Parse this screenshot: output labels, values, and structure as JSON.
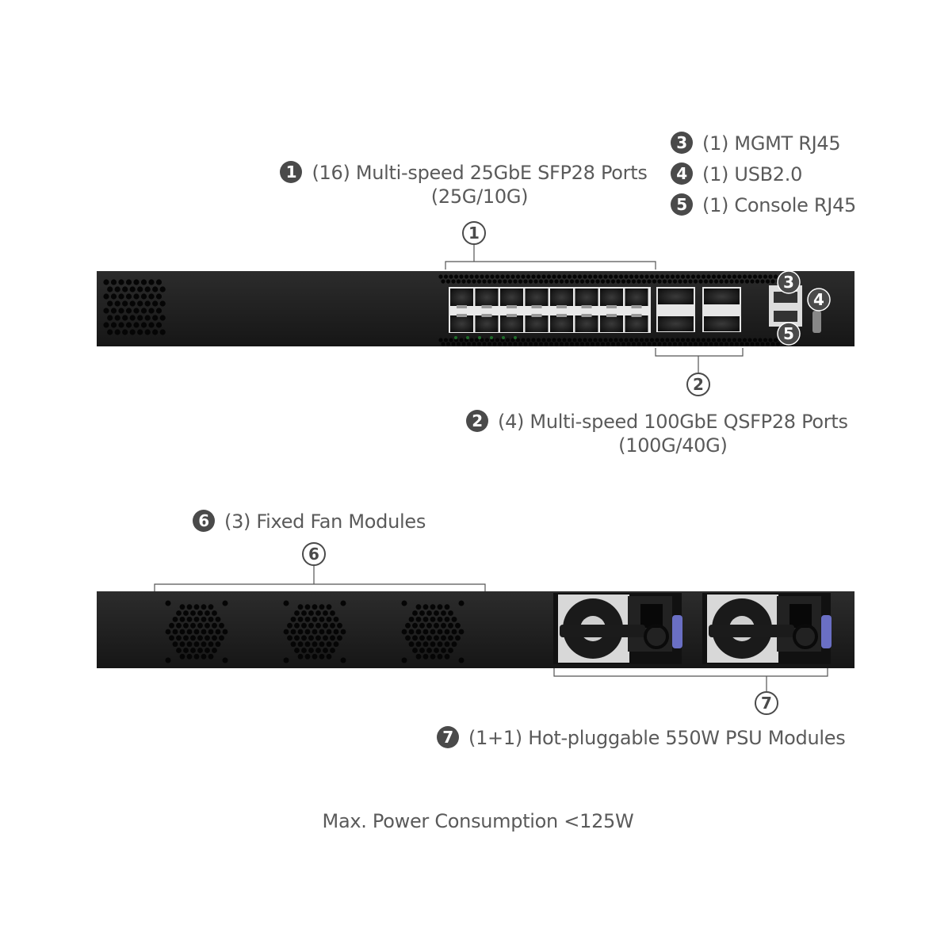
{
  "callouts": [
    {
      "num": "1",
      "lines": [
        "(16) Multi-speed 25GbE SFP28 Ports",
        "(25G/10G)"
      ]
    },
    {
      "num": "2",
      "lines": [
        "(4) Multi-speed 100GbE QSFP28 Ports",
        "(100G/40G)"
      ]
    },
    {
      "num": "3",
      "lines": [
        "(1) MGMT RJ45"
      ]
    },
    {
      "num": "4",
      "lines": [
        "(1) USB2.0"
      ]
    },
    {
      "num": "5",
      "lines": [
        "(1) Console RJ45"
      ]
    },
    {
      "num": "6",
      "lines": [
        "(3) Fixed Fan Modules"
      ]
    },
    {
      "num": "7",
      "lines": [
        "(1+1) Hot-pluggable 550W PSU Modules"
      ]
    }
  ],
  "footer": "Max. Power Consumption <125W",
  "colors": {
    "chassis": "#1e1e1e",
    "text": "#5a5a5a",
    "badge": "#4a4a4a",
    "psu_latch": "#6a6fc4",
    "led": "#1f6b2a"
  }
}
